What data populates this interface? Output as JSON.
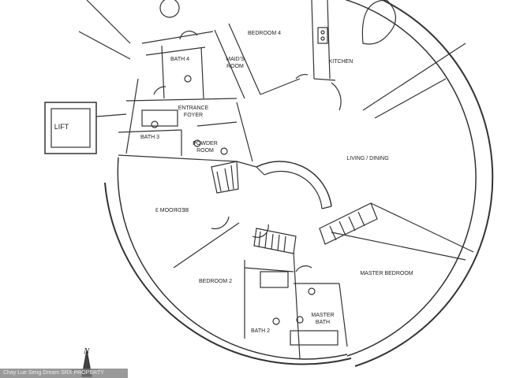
{
  "rooms": {
    "bedroom4": "BEDROOM 4",
    "bath4": "BATH 4",
    "maids_room": [
      "MAID'S",
      "ROOM"
    ],
    "kitchen": "KITCHEN",
    "lift": "LIFT",
    "entrance_foyer": [
      "ENTRANCE",
      "FOYER"
    ],
    "bath3": "BATH 3",
    "powder_room": [
      "POWDER",
      "ROOM"
    ],
    "living_dining": "LIVING / DINING",
    "bedroom3": "BEDROOM 3",
    "bedroom2": "BEDROOM 2",
    "master_bedroom": "MASTER BEDROOM",
    "master_bath": [
      "MASTER",
      "BATH"
    ],
    "bath2": "BATH 2"
  },
  "compass": {
    "label": "N",
    "icon": "north-arrow-icon"
  },
  "watermark": "Chay Lue Seng Dream SRX PROPERTY",
  "colors": {
    "line": "#333333",
    "background": "#ffffff"
  }
}
